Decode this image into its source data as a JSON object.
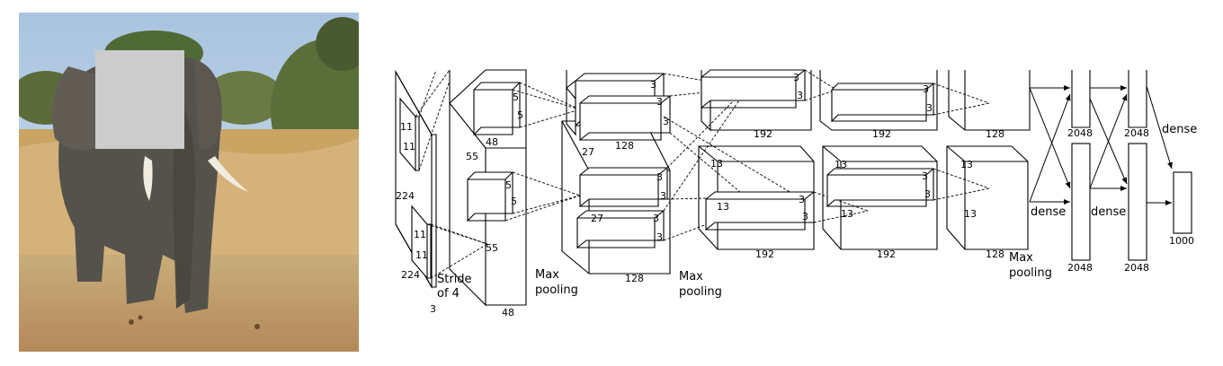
{
  "input": {
    "height": "224",
    "width": "224",
    "depth": "3",
    "kernel_h": "11",
    "kernel_w": "11",
    "stride_line1": "Stride",
    "stride_line2": "of 4"
  },
  "conv1": {
    "size": "55",
    "depth": "48",
    "kernel_h": "5",
    "kernel_w": "5",
    "kernel2_h": "5",
    "kernel2_w": "5",
    "pool_line1": "Max",
    "pool_line2": "pooling"
  },
  "conv2": {
    "size": "27",
    "size2": "27",
    "depth_top": "128",
    "depth_bottom": "128",
    "k": "3",
    "pool_line1": "Max",
    "pool_line2": "pooling"
  },
  "conv3": {
    "size": "13",
    "depth_top": "192",
    "depth_bottom": "192",
    "k": "3"
  },
  "conv4": {
    "size": "13",
    "depth_top": "192",
    "depth_bottom": "192",
    "k": "3"
  },
  "conv5": {
    "size": "13",
    "depth_top": "128",
    "depth_bottom": "128",
    "pool_line1": "Max",
    "pool_line2": "pooling"
  },
  "fc": {
    "fc6": "2048",
    "fc7": "2048",
    "out": "1000",
    "dense": "dense"
  }
}
